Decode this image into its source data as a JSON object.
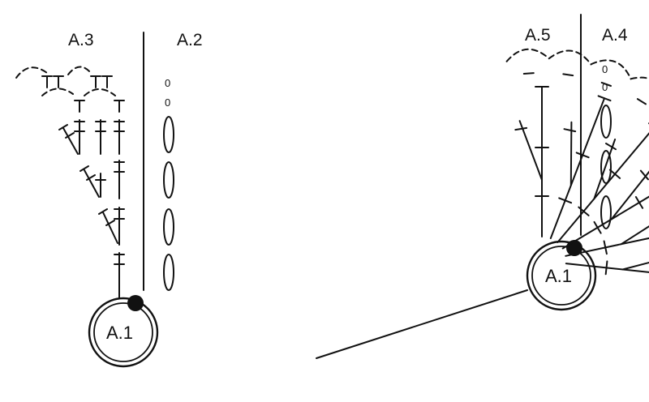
{
  "labels": {
    "left_ring": "A.1",
    "left_col_a": "A.3",
    "left_col_b": "A.2",
    "right_ring": "A.1",
    "right_col_a": "A.5",
    "right_col_b": "A.4",
    "chain_small": "0"
  },
  "colors": {
    "ink": "#111111",
    "background": "#ffffff"
  }
}
